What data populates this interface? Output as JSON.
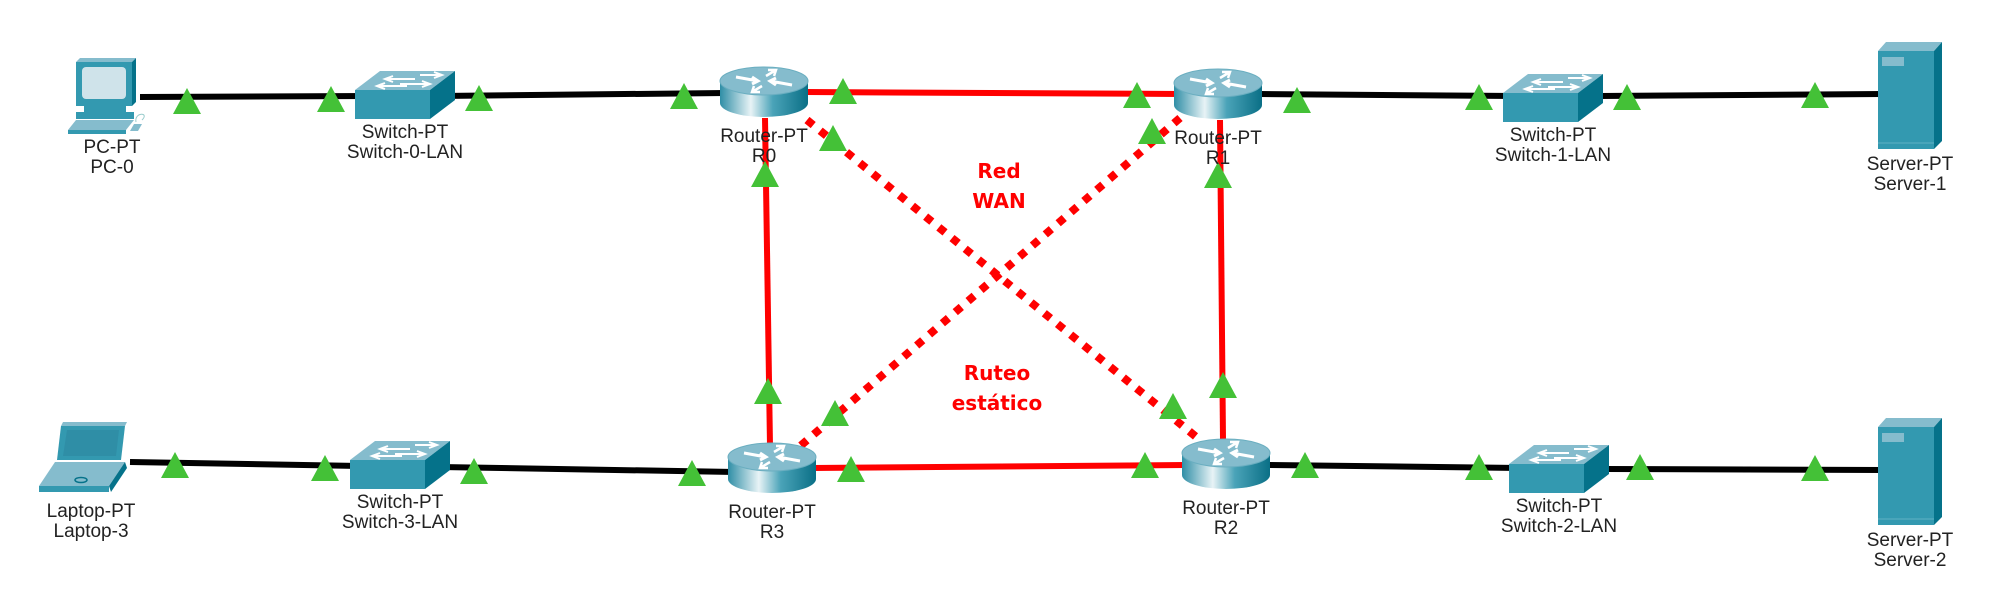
{
  "title": "Packet Tracer topology - Red WAN / Ruteo estático",
  "colors": {
    "lan_link": "#000000",
    "wan_link": "#ff0000",
    "link_status_up": "#44c137",
    "device_teal": "#3399b0",
    "device_teal_light": "#85bccd",
    "device_teal_dark": "#05728a",
    "label_text": "#222222",
    "annotation_text": "#ff0000"
  },
  "annotations": [
    {
      "id": "red-wan",
      "lines": [
        "Red",
        "WAN"
      ]
    },
    {
      "id": "ruteo-estatico",
      "lines": [
        "Ruteo",
        "estático"
      ]
    }
  ],
  "devices": [
    {
      "id": "pc0",
      "icon": "pc-icon",
      "type": "PC-PT",
      "name": "PC-0"
    },
    {
      "id": "sw0",
      "icon": "switch-icon",
      "type": "Switch-PT",
      "name": "Switch-0-LAN"
    },
    {
      "id": "r0",
      "icon": "router-icon",
      "type": "Router-PT",
      "name": "R0"
    },
    {
      "id": "r1",
      "icon": "router-icon",
      "type": "Router-PT",
      "name": "R1"
    },
    {
      "id": "sw1",
      "icon": "switch-icon",
      "type": "Switch-PT",
      "name": "Switch-1-LAN"
    },
    {
      "id": "srv1",
      "icon": "server-icon",
      "type": "Server-PT",
      "name": "Server-1"
    },
    {
      "id": "lap3",
      "icon": "laptop-icon",
      "type": "Laptop-PT",
      "name": "Laptop-3"
    },
    {
      "id": "sw3",
      "icon": "switch-icon",
      "type": "Switch-PT",
      "name": "Switch-3-LAN"
    },
    {
      "id": "r3",
      "icon": "router-icon",
      "type": "Router-PT",
      "name": "R3"
    },
    {
      "id": "r2",
      "icon": "router-icon",
      "type": "Router-PT",
      "name": "R2"
    },
    {
      "id": "sw2",
      "icon": "switch-icon",
      "type": "Switch-PT",
      "name": "Switch-2-LAN"
    },
    {
      "id": "srv2",
      "icon": "server-icon",
      "type": "Server-PT",
      "name": "Server-2"
    }
  ],
  "links": [
    {
      "from": "pc0",
      "to": "sw0",
      "kind": "copper-straight",
      "status": [
        "up",
        "up"
      ]
    },
    {
      "from": "sw0",
      "to": "r0",
      "kind": "copper-straight",
      "status": [
        "up",
        "up"
      ]
    },
    {
      "from": "r0",
      "to": "r1",
      "kind": "serial",
      "status": [
        "up",
        "up"
      ]
    },
    {
      "from": "r1",
      "to": "sw1",
      "kind": "copper-straight",
      "status": [
        "up",
        "up"
      ]
    },
    {
      "from": "sw1",
      "to": "srv1",
      "kind": "copper-straight",
      "status": [
        "up",
        "up"
      ]
    },
    {
      "from": "lap3",
      "to": "sw3",
      "kind": "copper-straight",
      "status": [
        "up",
        "up"
      ]
    },
    {
      "from": "sw3",
      "to": "r3",
      "kind": "copper-straight",
      "status": [
        "up",
        "up"
      ]
    },
    {
      "from": "r3",
      "to": "r2",
      "kind": "serial",
      "status": [
        "up",
        "up"
      ]
    },
    {
      "from": "r2",
      "to": "sw2",
      "kind": "copper-straight",
      "status": [
        "up",
        "up"
      ]
    },
    {
      "from": "sw2",
      "to": "srv2",
      "kind": "copper-straight",
      "status": [
        "up",
        "up"
      ]
    },
    {
      "from": "r0",
      "to": "r3",
      "kind": "serial",
      "status": [
        "up",
        "up"
      ]
    },
    {
      "from": "r1",
      "to": "r2",
      "kind": "serial",
      "status": [
        "up",
        "up"
      ]
    },
    {
      "from": "r0",
      "to": "r2",
      "kind": "serial-dotted",
      "status": [
        "up",
        "up"
      ]
    },
    {
      "from": "r1",
      "to": "r3",
      "kind": "serial-dotted",
      "status": [
        "up",
        "up"
      ]
    }
  ]
}
